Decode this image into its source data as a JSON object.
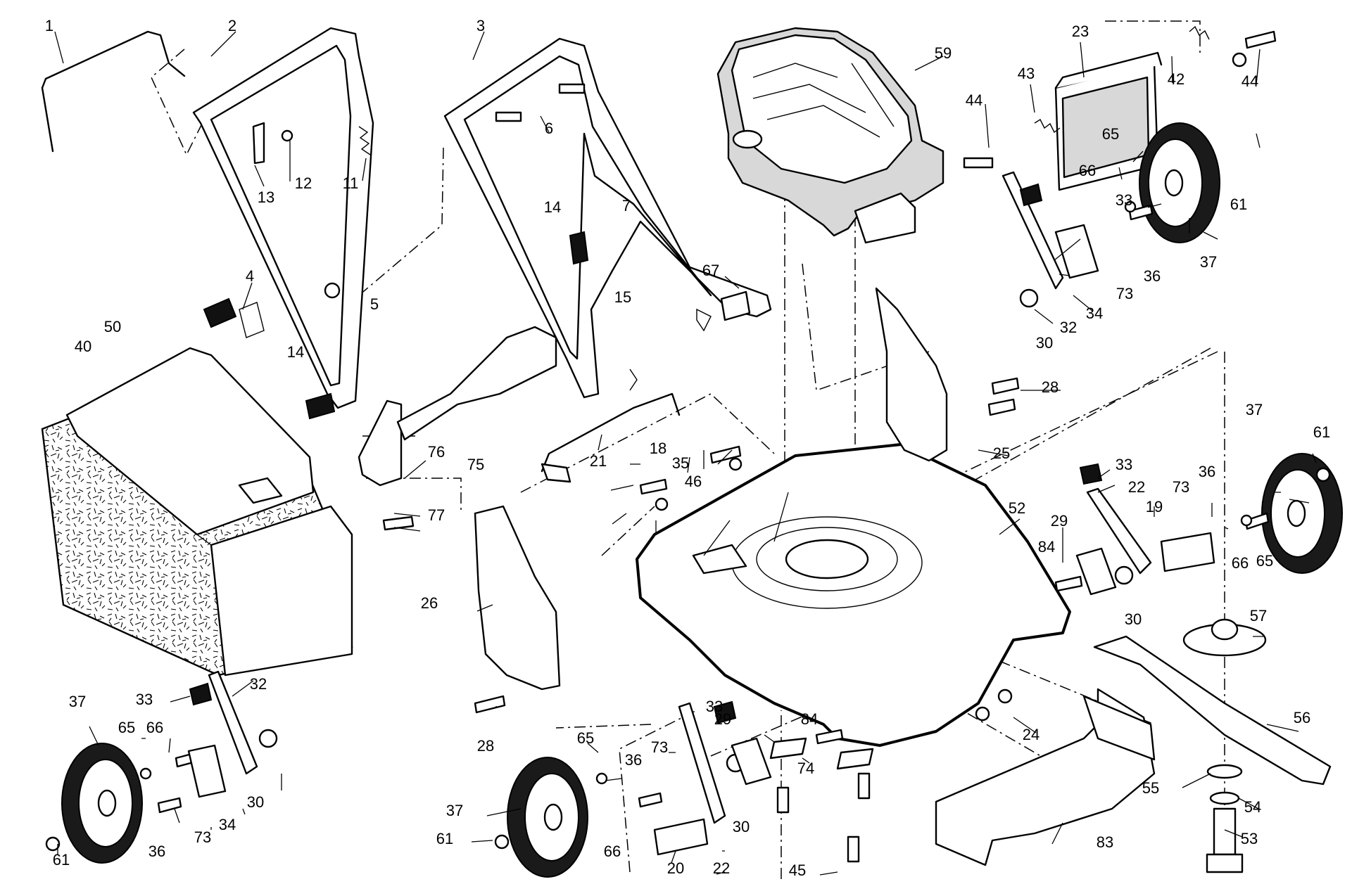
{
  "labels": [
    {
      "id": "1",
      "text": "1"
    },
    {
      "id": "2",
      "text": "2"
    },
    {
      "id": "3",
      "text": "3"
    },
    {
      "id": "4",
      "text": "4"
    },
    {
      "id": "5",
      "text": "5"
    },
    {
      "id": "6",
      "text": "6"
    },
    {
      "id": "7",
      "text": "7"
    },
    {
      "id": "11",
      "text": "11"
    },
    {
      "id": "12",
      "text": "12"
    },
    {
      "id": "13",
      "text": "13"
    },
    {
      "id": "14a",
      "text": "14"
    },
    {
      "id": "14b",
      "text": "14"
    },
    {
      "id": "15",
      "text": "15"
    },
    {
      "id": "18",
      "text": "18"
    },
    {
      "id": "19",
      "text": "19"
    },
    {
      "id": "20",
      "text": "20"
    },
    {
      "id": "21",
      "text": "21"
    },
    {
      "id": "22a",
      "text": "22"
    },
    {
      "id": "22b",
      "text": "22"
    },
    {
      "id": "23",
      "text": "23"
    },
    {
      "id": "24",
      "text": "24"
    },
    {
      "id": "25",
      "text": "25"
    },
    {
      "id": "26",
      "text": "26"
    },
    {
      "id": "28a",
      "text": "28"
    },
    {
      "id": "28b",
      "text": "28"
    },
    {
      "id": "29a",
      "text": "29"
    },
    {
      "id": "29b",
      "text": "29"
    },
    {
      "id": "30a",
      "text": "30"
    },
    {
      "id": "30b",
      "text": "30"
    },
    {
      "id": "30c",
      "text": "30"
    },
    {
      "id": "30d",
      "text": "30"
    },
    {
      "id": "32a",
      "text": "32"
    },
    {
      "id": "32b",
      "text": "32"
    },
    {
      "id": "33a",
      "text": "33"
    },
    {
      "id": "33b",
      "text": "33"
    },
    {
      "id": "33c",
      "text": "33"
    },
    {
      "id": "33d",
      "text": "33"
    },
    {
      "id": "34a",
      "text": "34"
    },
    {
      "id": "34b",
      "text": "34"
    },
    {
      "id": "35",
      "text": "35"
    },
    {
      "id": "36a",
      "text": "36"
    },
    {
      "id": "36b",
      "text": "36"
    },
    {
      "id": "36c",
      "text": "36"
    },
    {
      "id": "36d",
      "text": "36"
    },
    {
      "id": "37a",
      "text": "37"
    },
    {
      "id": "37b",
      "text": "37"
    },
    {
      "id": "37c",
      "text": "37"
    },
    {
      "id": "37d",
      "text": "37"
    },
    {
      "id": "40",
      "text": "40"
    },
    {
      "id": "42",
      "text": "42"
    },
    {
      "id": "43",
      "text": "43"
    },
    {
      "id": "44a",
      "text": "44"
    },
    {
      "id": "44b",
      "text": "44"
    },
    {
      "id": "45",
      "text": "45"
    },
    {
      "id": "46",
      "text": "46"
    },
    {
      "id": "50",
      "text": "50"
    },
    {
      "id": "52",
      "text": "52"
    },
    {
      "id": "53",
      "text": "53"
    },
    {
      "id": "54",
      "text": "54"
    },
    {
      "id": "55",
      "text": "55"
    },
    {
      "id": "56",
      "text": "56"
    },
    {
      "id": "57",
      "text": "57"
    },
    {
      "id": "59",
      "text": "59"
    },
    {
      "id": "61a",
      "text": "61"
    },
    {
      "id": "61b",
      "text": "61"
    },
    {
      "id": "61c",
      "text": "61"
    },
    {
      "id": "61d",
      "text": "61"
    },
    {
      "id": "65a",
      "text": "65"
    },
    {
      "id": "65b",
      "text": "65"
    },
    {
      "id": "65c",
      "text": "65"
    },
    {
      "id": "65d",
      "text": "65"
    },
    {
      "id": "66a",
      "text": "66"
    },
    {
      "id": "66b",
      "text": "66"
    },
    {
      "id": "66c",
      "text": "66"
    },
    {
      "id": "66d",
      "text": "66"
    },
    {
      "id": "67",
      "text": "67"
    },
    {
      "id": "73a",
      "text": "73"
    },
    {
      "id": "73b",
      "text": "73"
    },
    {
      "id": "73c",
      "text": "73"
    },
    {
      "id": "73d",
      "text": "73"
    },
    {
      "id": "74",
      "text": "74"
    },
    {
      "id": "75",
      "text": "75"
    },
    {
      "id": "76",
      "text": "76"
    },
    {
      "id": "77",
      "text": "77"
    },
    {
      "id": "83",
      "text": "83"
    },
    {
      "id": "84a",
      "text": "84"
    },
    {
      "id": "84b",
      "text": "84"
    }
  ]
}
